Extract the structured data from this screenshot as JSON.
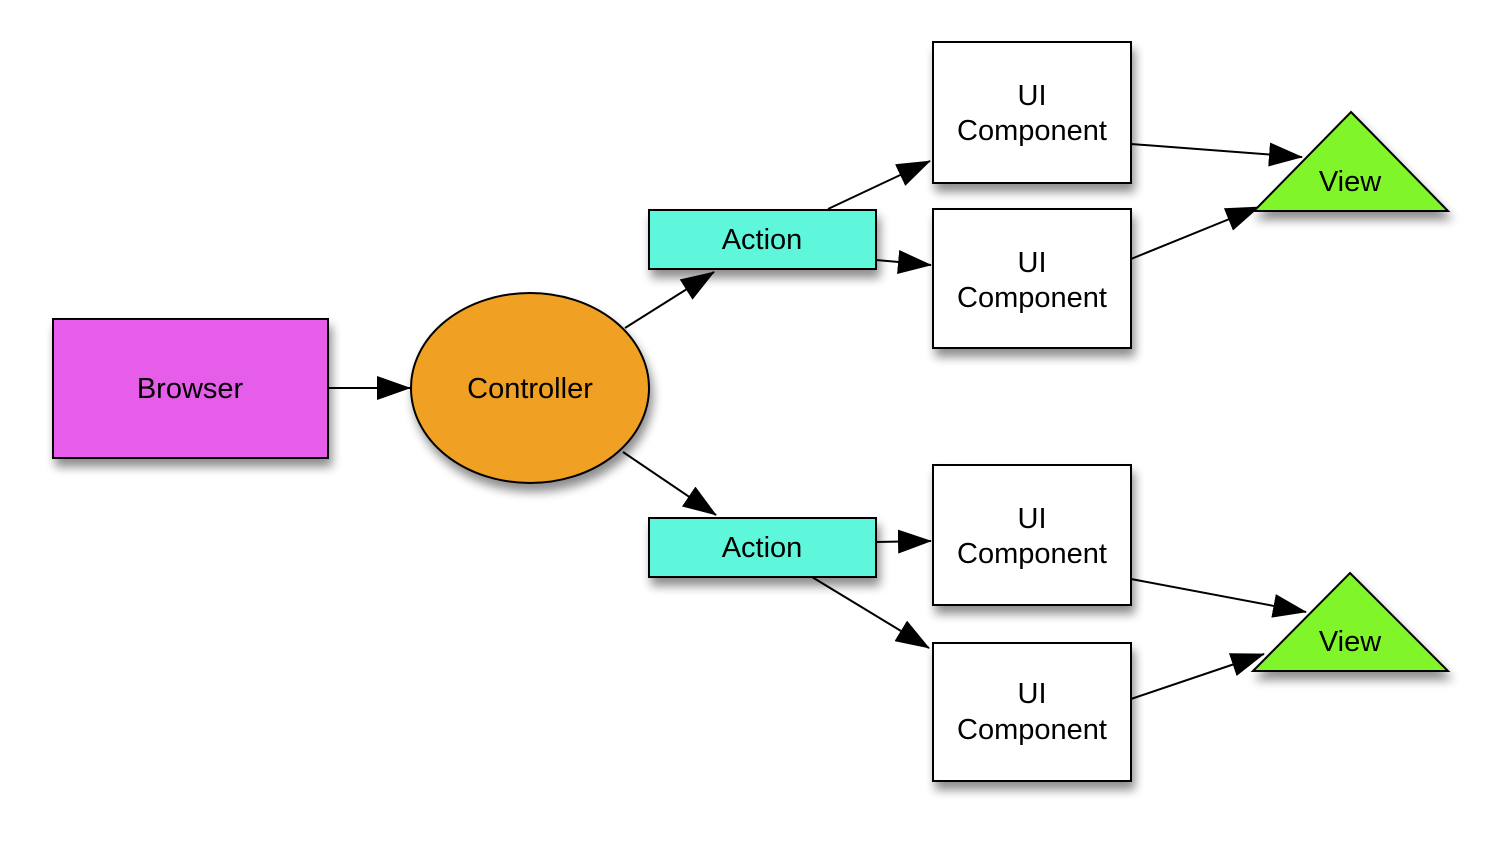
{
  "colors": {
    "browser": "#e55de8",
    "controller": "#f0a024",
    "action": "#5ef7dc",
    "component": "#ffffff",
    "view": "#80f52c"
  },
  "browser": {
    "label": "Browser"
  },
  "controller": {
    "label": "Controller"
  },
  "actions": [
    {
      "label": "Action"
    },
    {
      "label": "Action"
    }
  ],
  "components": [
    {
      "line1": "UI",
      "line2": "Component"
    },
    {
      "line1": "UI",
      "line2": "Component"
    },
    {
      "line1": "UI",
      "line2": "Component"
    },
    {
      "line1": "UI",
      "line2": "Component"
    }
  ],
  "views": [
    {
      "label": "View"
    },
    {
      "label": "View"
    }
  ]
}
